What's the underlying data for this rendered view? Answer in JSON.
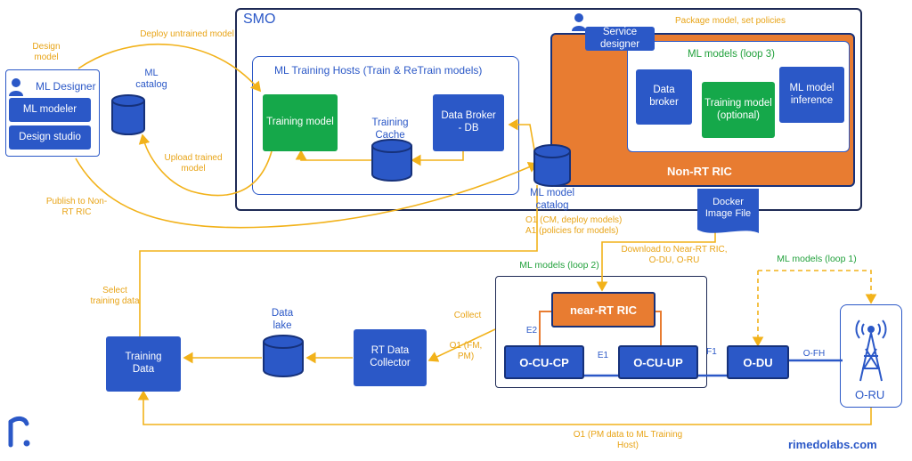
{
  "ml_designer": {
    "title": "ML Designer",
    "modeler": "ML modeler",
    "studio": "Design studio"
  },
  "ml_catalog_left": "ML catalog",
  "smo": {
    "title": "SMO"
  },
  "training_hosts": {
    "title": "ML Training Hosts (Train & ReTrain models)",
    "training_model": "Training model",
    "cache": "Training Cache",
    "broker": "Data Broker - DB"
  },
  "service_designer": "Service designer",
  "package_label": "Package model, set policies",
  "loop3": {
    "title": "ML models (loop 3)",
    "broker": "Data broker",
    "training": "Training model (optional)",
    "inference": "ML model inference"
  },
  "non_rt_ric": "Non-RT RIC",
  "ml_model_catalog": "ML model catalog",
  "docker": "Docker Image File",
  "labels": {
    "design_model": "Design model",
    "deploy_untrained": "Deploy untrained model",
    "upload_trained": "Upload trained model",
    "publish": "Publish to Non-RT RIC",
    "o1_cm": "O1 (CM, deploy models)",
    "a1": "A1 (policies for models)",
    "download": "Download to Near-RT RIC, O-DU, O-RU",
    "loop2": "ML models (loop 2)",
    "loop1": "ML models (loop 1)",
    "select_training": "Select training data",
    "collect": "Collect",
    "o1_fm_pm": "O1 (FM, PM)",
    "e2": "E2",
    "e1": "E1",
    "f1": "F1",
    "ofh": "O-FH",
    "o1_pm": "O1 (PM data to ML Training Host)"
  },
  "training_data": "Training Data",
  "data_lake": "Data lake",
  "rt_collector": "RT Data Collector",
  "near_rt_ric": "near-RT RIC",
  "ocu_cp": "O-CU-CP",
  "ocu_up": "O-CU-UP",
  "odu": "O-DU",
  "oru": "O-RU",
  "brand": "rimedolabs.com",
  "colors": {
    "blue": "#2b58c7",
    "green": "#15a84a",
    "orange": "#e87c31",
    "yellow": "#f2b21a",
    "navy": "#16317a"
  }
}
